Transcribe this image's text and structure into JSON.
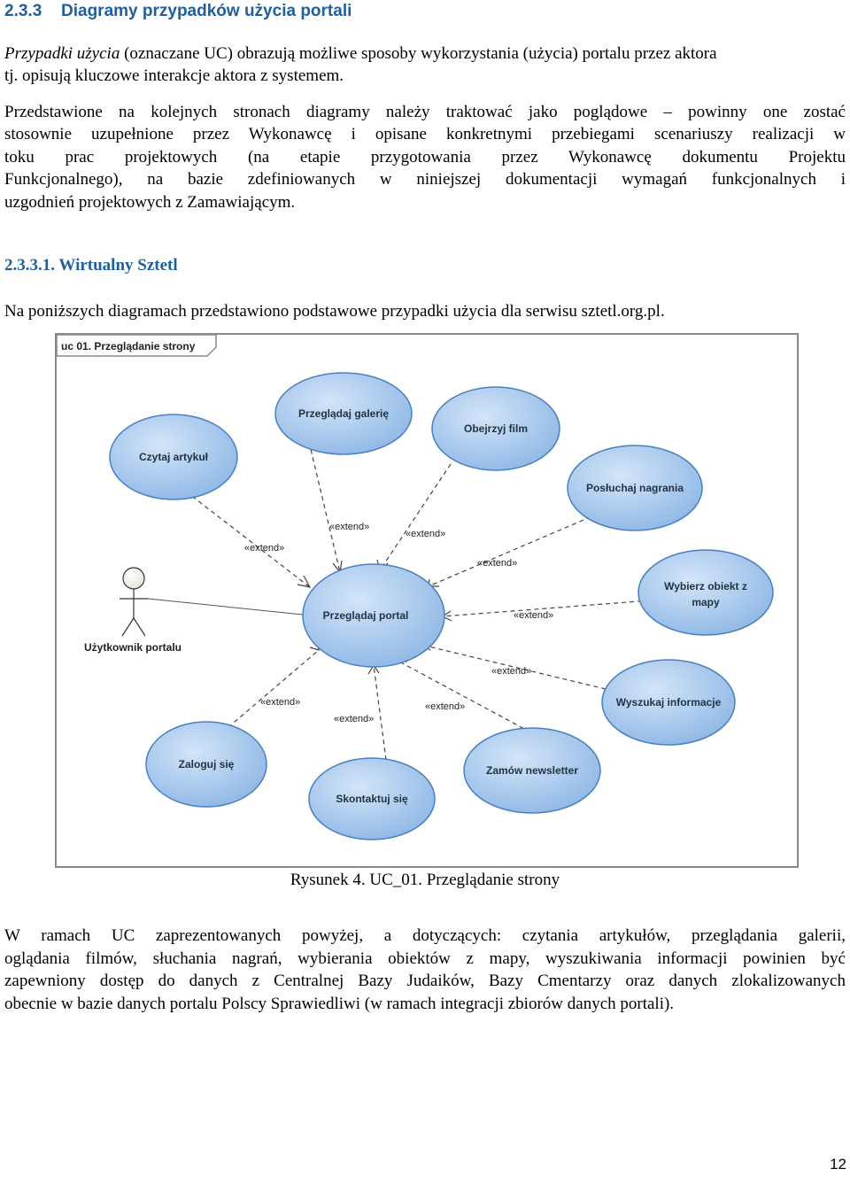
{
  "heading": {
    "number": "2.3.3",
    "title": "Diagramy przypadków użycia portali"
  },
  "intro": {
    "line1_italic": "Przypadki użycia",
    "line1_rest": " (oznaczane UC) obrazują możliwe sposoby wykorzystania (użycia) portalu przez aktora",
    "line2": "tj. opisują kluczowe interakcje aktora z systemem."
  },
  "para2": [
    "Przedstawione na kolejnych stronach diagramy należy traktować jako poglądowe – powinny one zostać",
    "stosownie uzupełnione przez Wykonawcę i opisane konkretnymi przebiegami scenariuszy realizacji w",
    "toku prac projektowych (na etapie przygotowania przez Wykonawcę dokumentu Projektu",
    "Funkcjonalnego), na bazie zdefiniowanych w niniejszej dokumentacji wymagań funkcjonalnych i",
    "uzgodnień projektowych z Zamawiającym."
  ],
  "subheading": "2.3.3.1. Wirtualny Sztetl",
  "subintro": "Na poniższych diagramach przedstawiono podstawowe przypadki użycia dla serwisu sztetl.org.pl.",
  "diagram": {
    "frame_title": "uc 01. Przeglądanie strony",
    "actor": "Użytkownik portalu",
    "center": "Przeglądaj portal",
    "use_cases": {
      "czytaj": "Czytaj artykuł",
      "galeria": "Przeglądaj galerię",
      "film": "Obejrzyj film",
      "nagrania": "Posłuchaj nagrania",
      "mapa1": "Wybierz obiekt z",
      "mapa2": "mapy",
      "wyszukaj": "Wyszukaj informacje",
      "newsletter": "Zamów newsletter",
      "kontakt": "Skontaktuj się",
      "zaloguj": "Zaloguj się"
    },
    "extend_label": "«extend»",
    "colors": {
      "ellipse_fill": "#aecdee",
      "ellipse_stroke": "#4a7fc0",
      "heading": "#1f5f9e"
    }
  },
  "caption": "Rysunek 4. UC_01. Przeglądanie strony",
  "para3": [
    "W ramach UC zaprezentowanych powyżej, a dotyczących: czytania artykułów, przeglądania galerii,",
    "oglądania filmów, słuchania nagrań, wybierania obiektów z mapy, wyszukiwania informacji powinien być",
    "zapewniony dostęp do danych z Centralnej Bazy Judaików, Bazy Cmentarzy oraz danych zlokalizowanych",
    "obecnie w bazie danych portalu Polscy Sprawiedliwi (w ramach integracji zbiorów danych portali)."
  ],
  "page_number": "12"
}
